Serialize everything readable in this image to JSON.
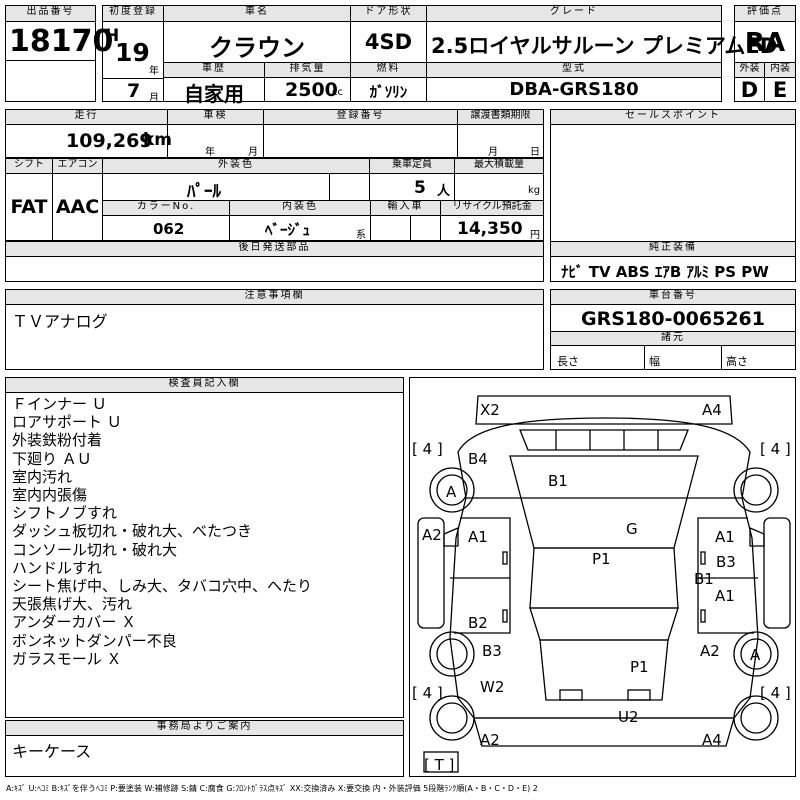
{
  "headers": {
    "lot_no": "出品番号",
    "first_reg": "初度登録",
    "car_name": "車名",
    "door": "ドア形状",
    "grade": "グレード",
    "score": "評価点",
    "history": "車歴",
    "displacement": "排気量",
    "fuel": "燃料",
    "model": "型式",
    "exterior": "外装",
    "interior": "内装",
    "mileage": "走行",
    "inspection": "車検",
    "reg_no": "登録番号",
    "transfer_doc": "譲渡書類期限",
    "sales_point": "セールスポイント",
    "shift": "シフト",
    "aircon": "エアコン",
    "ext_color": "外装色",
    "capacity": "乗車定員",
    "max_load": "最大積載量",
    "color_no": "カラーNo.",
    "int_color": "内装色",
    "import": "輸入車",
    "recycle": "リサイクル預託金",
    "later_parts": "後日発送部品",
    "genuine": "純正装備",
    "caution": "注意事項欄",
    "chassis": "車台番号",
    "specs": "諸元",
    "inspector": "検査員記入欄",
    "office": "事務局よりご案内"
  },
  "vehicle": {
    "lot_no": "18170",
    "era": "H",
    "year": "19",
    "year_unit": "年",
    "month": "7",
    "month_unit": "月",
    "name": "クラウン",
    "door": "4SD",
    "grade": "2.5ロイヤルサルーン プレミアムED",
    "score": "RA",
    "history": "自家用",
    "displacement": "2500",
    "displacement_unit": "cc",
    "fuel": "ｶﾞｿﾘﾝ",
    "model": "DBA-GRS180",
    "exterior_grade": "D",
    "interior_grade": "E",
    "mileage": "109,269",
    "mileage_unit": "km",
    "insp_year_unit": "年",
    "insp_month_unit": "月",
    "doc_month_unit": "月",
    "doc_day_unit": "日",
    "shift": "FAT",
    "aircon": "AAC",
    "ext_color": "ﾊﾟｰﾙ",
    "capacity": "5",
    "capacity_unit": "人",
    "load_unit": "kg",
    "color_no": "062",
    "int_color": "ﾍﾞｰｼﾞｭ",
    "int_color_unit": "系",
    "recycle": "14,350",
    "recycle_unit": "円",
    "equipment": "ﾅﾋﾞ TV ABS ｴｱB ｱﾙﾐ PS PW",
    "caution_text": "ＴＶアナログ",
    "chassis_no": "GRS180-0065261",
    "length_label": "長さ",
    "width_label": "幅",
    "height_label": "高さ",
    "office_text": "キーケース"
  },
  "inspector_notes": [
    "Ｆインナー Ｕ",
    "ロアサポート Ｕ",
    "外装鉄粉付着",
    "下廻り ＡＵ",
    "室内汚れ",
    "室内内張傷",
    "シフトノブすれ",
    "ダッシュ板切れ・破れ大、べたつき",
    "コンソール切れ・破れ大",
    "ハンドルすれ",
    "シート焦げ中、しみ大、タバコ穴中、へたり",
    "天張焦げ大、汚れ",
    "アンダーカバー Ｘ",
    "ボンネットダンパー不良",
    "ガラスモール Ｘ"
  ],
  "diagram": {
    "labels": {
      "front_left": "X2",
      "front_right": "A4",
      "bracket_tl": "[ 4 ]",
      "bracket_tr": "[ 4 ]",
      "bracket_bl": "[ 4 ]",
      "bracket_br": "[ 4 ]",
      "b4": "B4",
      "b1_roof": "B1",
      "wheel_fl": "A",
      "a2_left": "A2",
      "a1_left": "A1",
      "g": "G",
      "a1_right_top": "A1",
      "b3_right": "B3",
      "p1_center": "P1",
      "b1_right": "B1",
      "a1_right_bottom": "A1",
      "b2_left": "B2",
      "b3_left": "B3",
      "a2_right": "A2",
      "wheel_rr": "A",
      "p1_trunk": "P1",
      "w2": "W2",
      "u2": "U2",
      "rear_left": "A2",
      "rear_right": "A4",
      "bracket_t": "[ T ]"
    }
  },
  "legend": "A:ｷｽﾞ U:ﾍｺﾐ B:ｷｽﾞを伴うﾍｺﾐ P:要塗装 W:補修跡 S:錆 C:腐食 G:ﾌﾛﾝﾄｶﾞﾗｽ点ｷｽﾞ XX:交換済み X:要交換 内・外装評価 5段階ﾗﾝｸ順(A・B・C・D・E) 2"
}
